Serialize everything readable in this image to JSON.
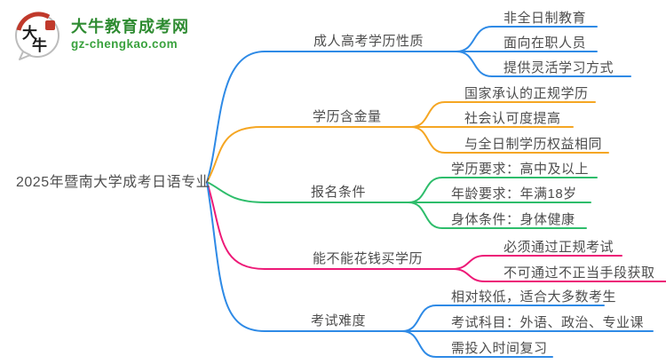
{
  "logo": {
    "symbol_chars": "大牛",
    "title": "大牛教育成考网",
    "domain": "gz-chengkao.com",
    "title_color": "#2e8b31",
    "seal_color": "#c0392b"
  },
  "root": {
    "label": "2025年暨南大学成考日语专业"
  },
  "branches": [
    {
      "label": "成人高考学历性质",
      "color": "#2e8ae6",
      "children": [
        "非全日制教育",
        "面向在职人员",
        "提供灵活学习方式"
      ]
    },
    {
      "label": "学历含金量",
      "color": "#f5a623",
      "children": [
        "国家承认的正规学历",
        "社会认可度提高",
        "与全日制学历权益相同"
      ]
    },
    {
      "label": "报名条件",
      "color": "#2ebd6b",
      "children": [
        "学历要求：高中及以上",
        "年龄要求：年满18岁",
        "身体条件：身体健康"
      ]
    },
    {
      "label": "能不能花钱买学历",
      "color": "#ed1977",
      "children": [
        "必须通过正规考试",
        "不可通过不正当手段获取"
      ]
    },
    {
      "label": "考试难度",
      "color": "#2e8ae6",
      "children": [
        "相对较低，适合大多数考生",
        "考试科目：外语、政治、专业课",
        "需投入时间复习"
      ]
    }
  ]
}
